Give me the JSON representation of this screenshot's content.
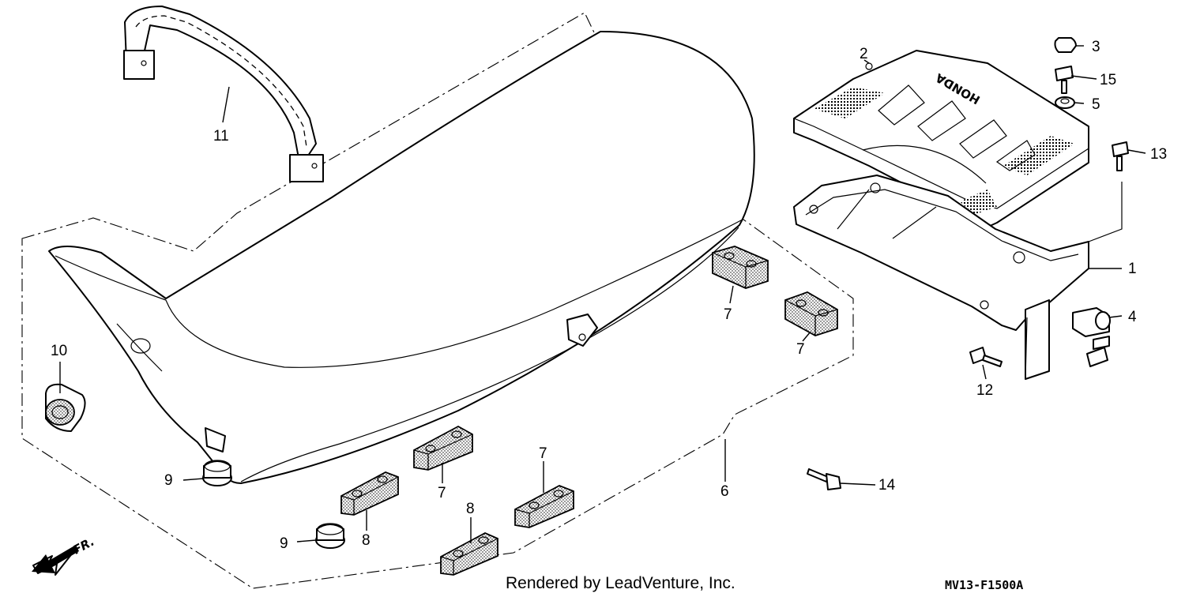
{
  "diagram": {
    "callouts": [
      "1",
      "2",
      "3",
      "4",
      "5",
      "6",
      "7",
      "8",
      "9",
      "10",
      "11",
      "12",
      "13",
      "14",
      "15"
    ],
    "brand_marking": "HONDA",
    "direction_mark": "FR.",
    "credit": "Rendered by LeadVenture, Inc.",
    "drawing_code": "MV13-F1500A"
  }
}
